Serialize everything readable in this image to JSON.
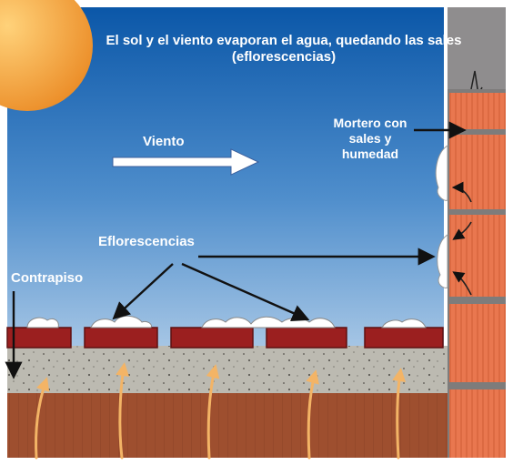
{
  "labels": {
    "title": "El sol y el viento evaporan el agua, quedando las sales (eflorescencias)",
    "wind": "Viento",
    "mortar": "Mortero con sales y humedad",
    "efflorescence": "Eflorescencias",
    "subfloor": "Contrapiso"
  },
  "colors": {
    "sky_top": "#0b57a8",
    "sky_bottom": "#a9c8e6",
    "sun": "#f0a53c",
    "brick": "#e9774f",
    "brick_line": "#8a2e17",
    "floor_tile": "#9b1f1f",
    "concrete": "#bcbab1",
    "soil": "#9e4f2f",
    "wall_gray": "#8f8d8e",
    "moisture_arrow": "#f3b466",
    "salt": "#ffffff"
  },
  "icons": [
    "sun-icon",
    "wind-arrow-icon",
    "moisture-arrow-icon",
    "pointer-arrow-icon",
    "salt-deposit-icon"
  ]
}
